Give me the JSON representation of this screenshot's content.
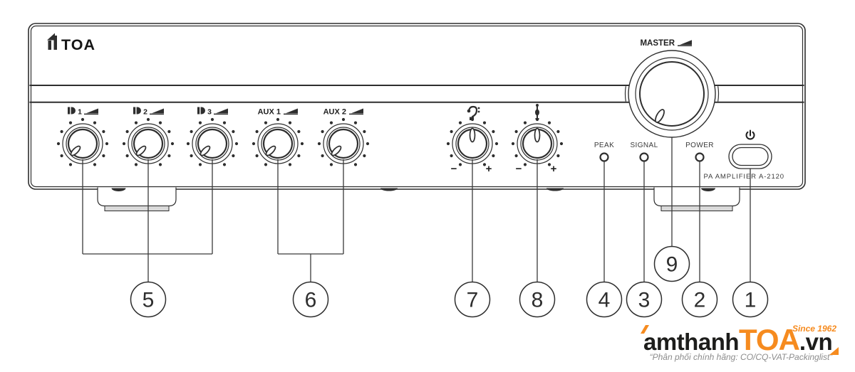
{
  "colors": {
    "line": "#2e2e2e",
    "accent_orange": "#f68b1f",
    "text_dark": "#1d1d1b",
    "text_gray": "#8c8c8c"
  },
  "panel": {
    "brand": "TOA",
    "model": "PA AMPLIFIER A-2120",
    "master": {
      "label": "MASTER",
      "icon": "volume-ramp-icon"
    },
    "channels": [
      {
        "kind": "mic",
        "icon": "mic-icon",
        "num": "1"
      },
      {
        "kind": "mic",
        "icon": "mic-icon",
        "num": "2"
      },
      {
        "kind": "mic",
        "icon": "mic-icon",
        "num": "3"
      },
      {
        "kind": "aux",
        "label": "AUX 1"
      },
      {
        "kind": "aux",
        "label": "AUX 2"
      }
    ],
    "tone": {
      "bass_icon": "bass-clef-icon",
      "treble_icon": "treble-clef-icon",
      "minus": "−",
      "plus": "+"
    },
    "indicators": [
      {
        "label": "PEAK"
      },
      {
        "label": "SIGNAL"
      },
      {
        "label": "POWER"
      }
    ],
    "power_button": {
      "icon": "power-icon"
    }
  },
  "callouts": [
    {
      "n": "1"
    },
    {
      "n": "2"
    },
    {
      "n": "3"
    },
    {
      "n": "4"
    },
    {
      "n": "5"
    },
    {
      "n": "6"
    },
    {
      "n": "7"
    },
    {
      "n": "8"
    },
    {
      "n": "9"
    }
  ],
  "watermark": {
    "brand_black": "amthanh",
    "brand_orange": "TOA",
    "brand_suffix": ".vn",
    "since": "Since 1962",
    "tagline": "“Phân phối chính hãng: CO/CQ-VAT-Packinglist”"
  }
}
